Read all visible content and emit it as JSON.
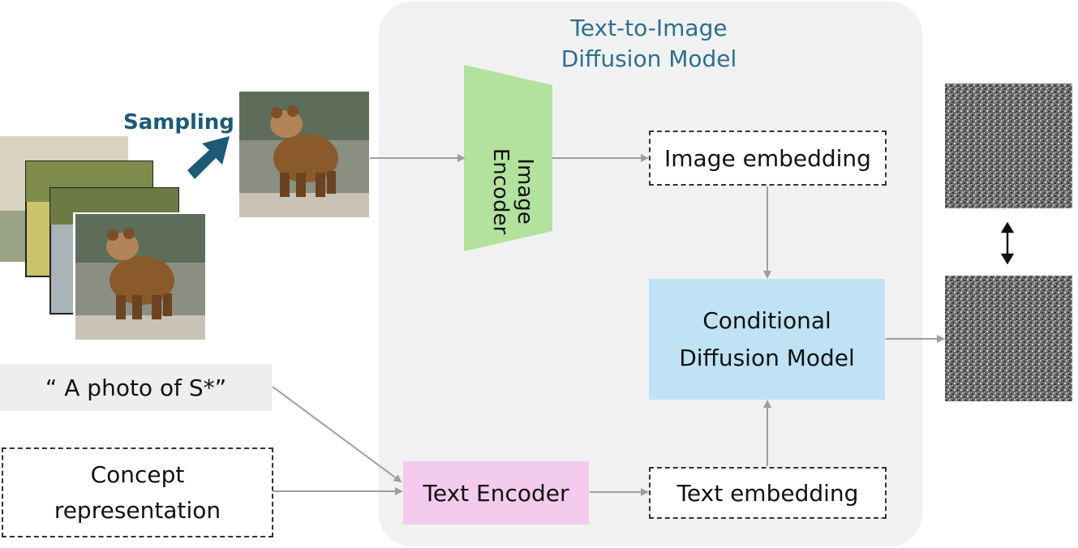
{
  "title": {
    "line1": "Text-to-Image",
    "line2": "Diffusion Model"
  },
  "sampling_label": "Sampling",
  "image_encoder": {
    "line1": "Image",
    "line2": "Encoder"
  },
  "image_embedding": "Image embedding",
  "conditional_model": {
    "line1": "Conditional",
    "line2": "Diffusion Model"
  },
  "text_encoder": "Text Encoder",
  "text_embedding": "Text embedding",
  "prompt": "“ A photo of S*”",
  "concept": {
    "line1": "Concept",
    "line2": "representation"
  },
  "colors": {
    "title": "#2e6f8e",
    "sampling": "#1d5a75",
    "image_encoder": "#b3e19e",
    "text_encoder": "#f2cbed",
    "conditional_model": "#bfe3f5",
    "panel": "#f1f1f1",
    "arrow": "#9e9e9e"
  }
}
